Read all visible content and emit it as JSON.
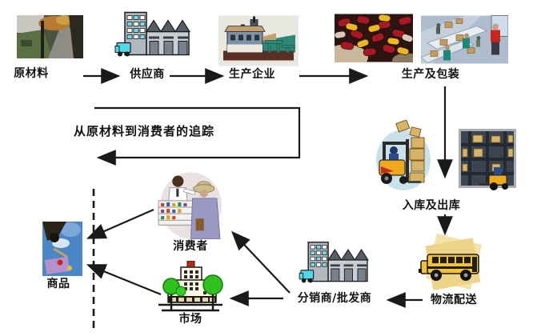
{
  "nodes": {
    "raw_materials": {
      "label": "原材料"
    },
    "supplier": {
      "label": "供应商"
    },
    "manufacturer": {
      "label": "生产企业"
    },
    "production_packaging": {
      "label": "生产及包装"
    },
    "inbound_outbound": {
      "label": "入库及出库"
    },
    "logistics_delivery": {
      "label": "物流配送"
    },
    "distributor_wholesaler": {
      "label": "分销商/批发商"
    },
    "consumer": {
      "label": "消费者"
    },
    "market": {
      "label": "市场"
    },
    "goods": {
      "label": "商品"
    }
  },
  "tracking_note": "从原材料到消费者的追踪",
  "flow": [
    {
      "from": "raw_materials",
      "to": "supplier"
    },
    {
      "from": "supplier",
      "to": "manufacturer"
    },
    {
      "from": "manufacturer",
      "to": "production_packaging"
    },
    {
      "from": "production_packaging",
      "to": "inbound_outbound"
    },
    {
      "from": "inbound_outbound",
      "to": "logistics_delivery"
    },
    {
      "from": "logistics_delivery",
      "to": "distributor_wholesaler"
    },
    {
      "from": "distributor_wholesaler",
      "to": "consumer"
    },
    {
      "from": "distributor_wholesaler",
      "to": "market"
    },
    {
      "from": "consumer",
      "to": "goods"
    },
    {
      "from": "market",
      "to": "goods"
    }
  ],
  "colors": {
    "arrow": "#1a1a1a",
    "label_text": "#111111",
    "background": "#ffffff"
  }
}
